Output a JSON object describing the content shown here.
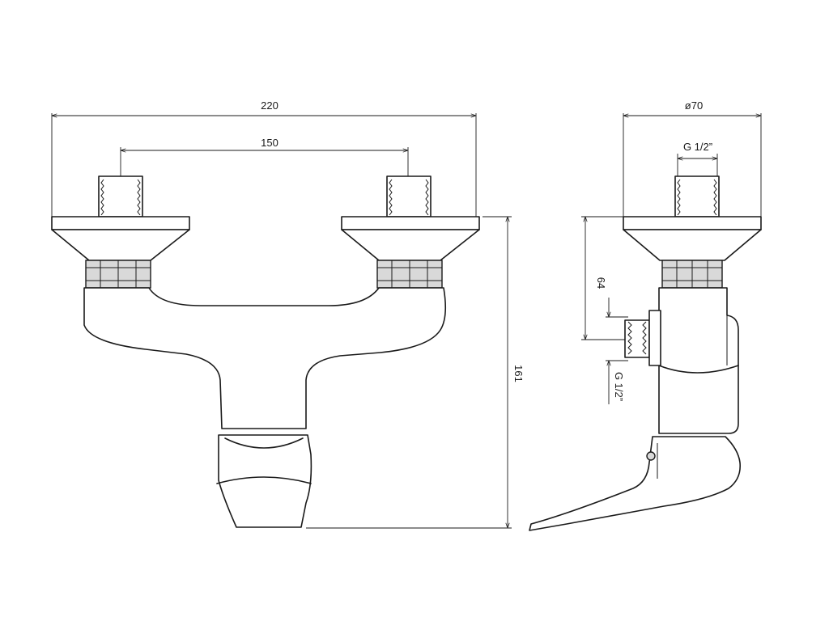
{
  "front_view": {
    "width_overall": "220",
    "inlet_spacing": "150",
    "height_overall": "161"
  },
  "side_view": {
    "rosette_diameter": "ø70",
    "inlet_thread": "G 1/2”",
    "outlet_height": "64",
    "outlet_thread": "G 1/2”"
  }
}
